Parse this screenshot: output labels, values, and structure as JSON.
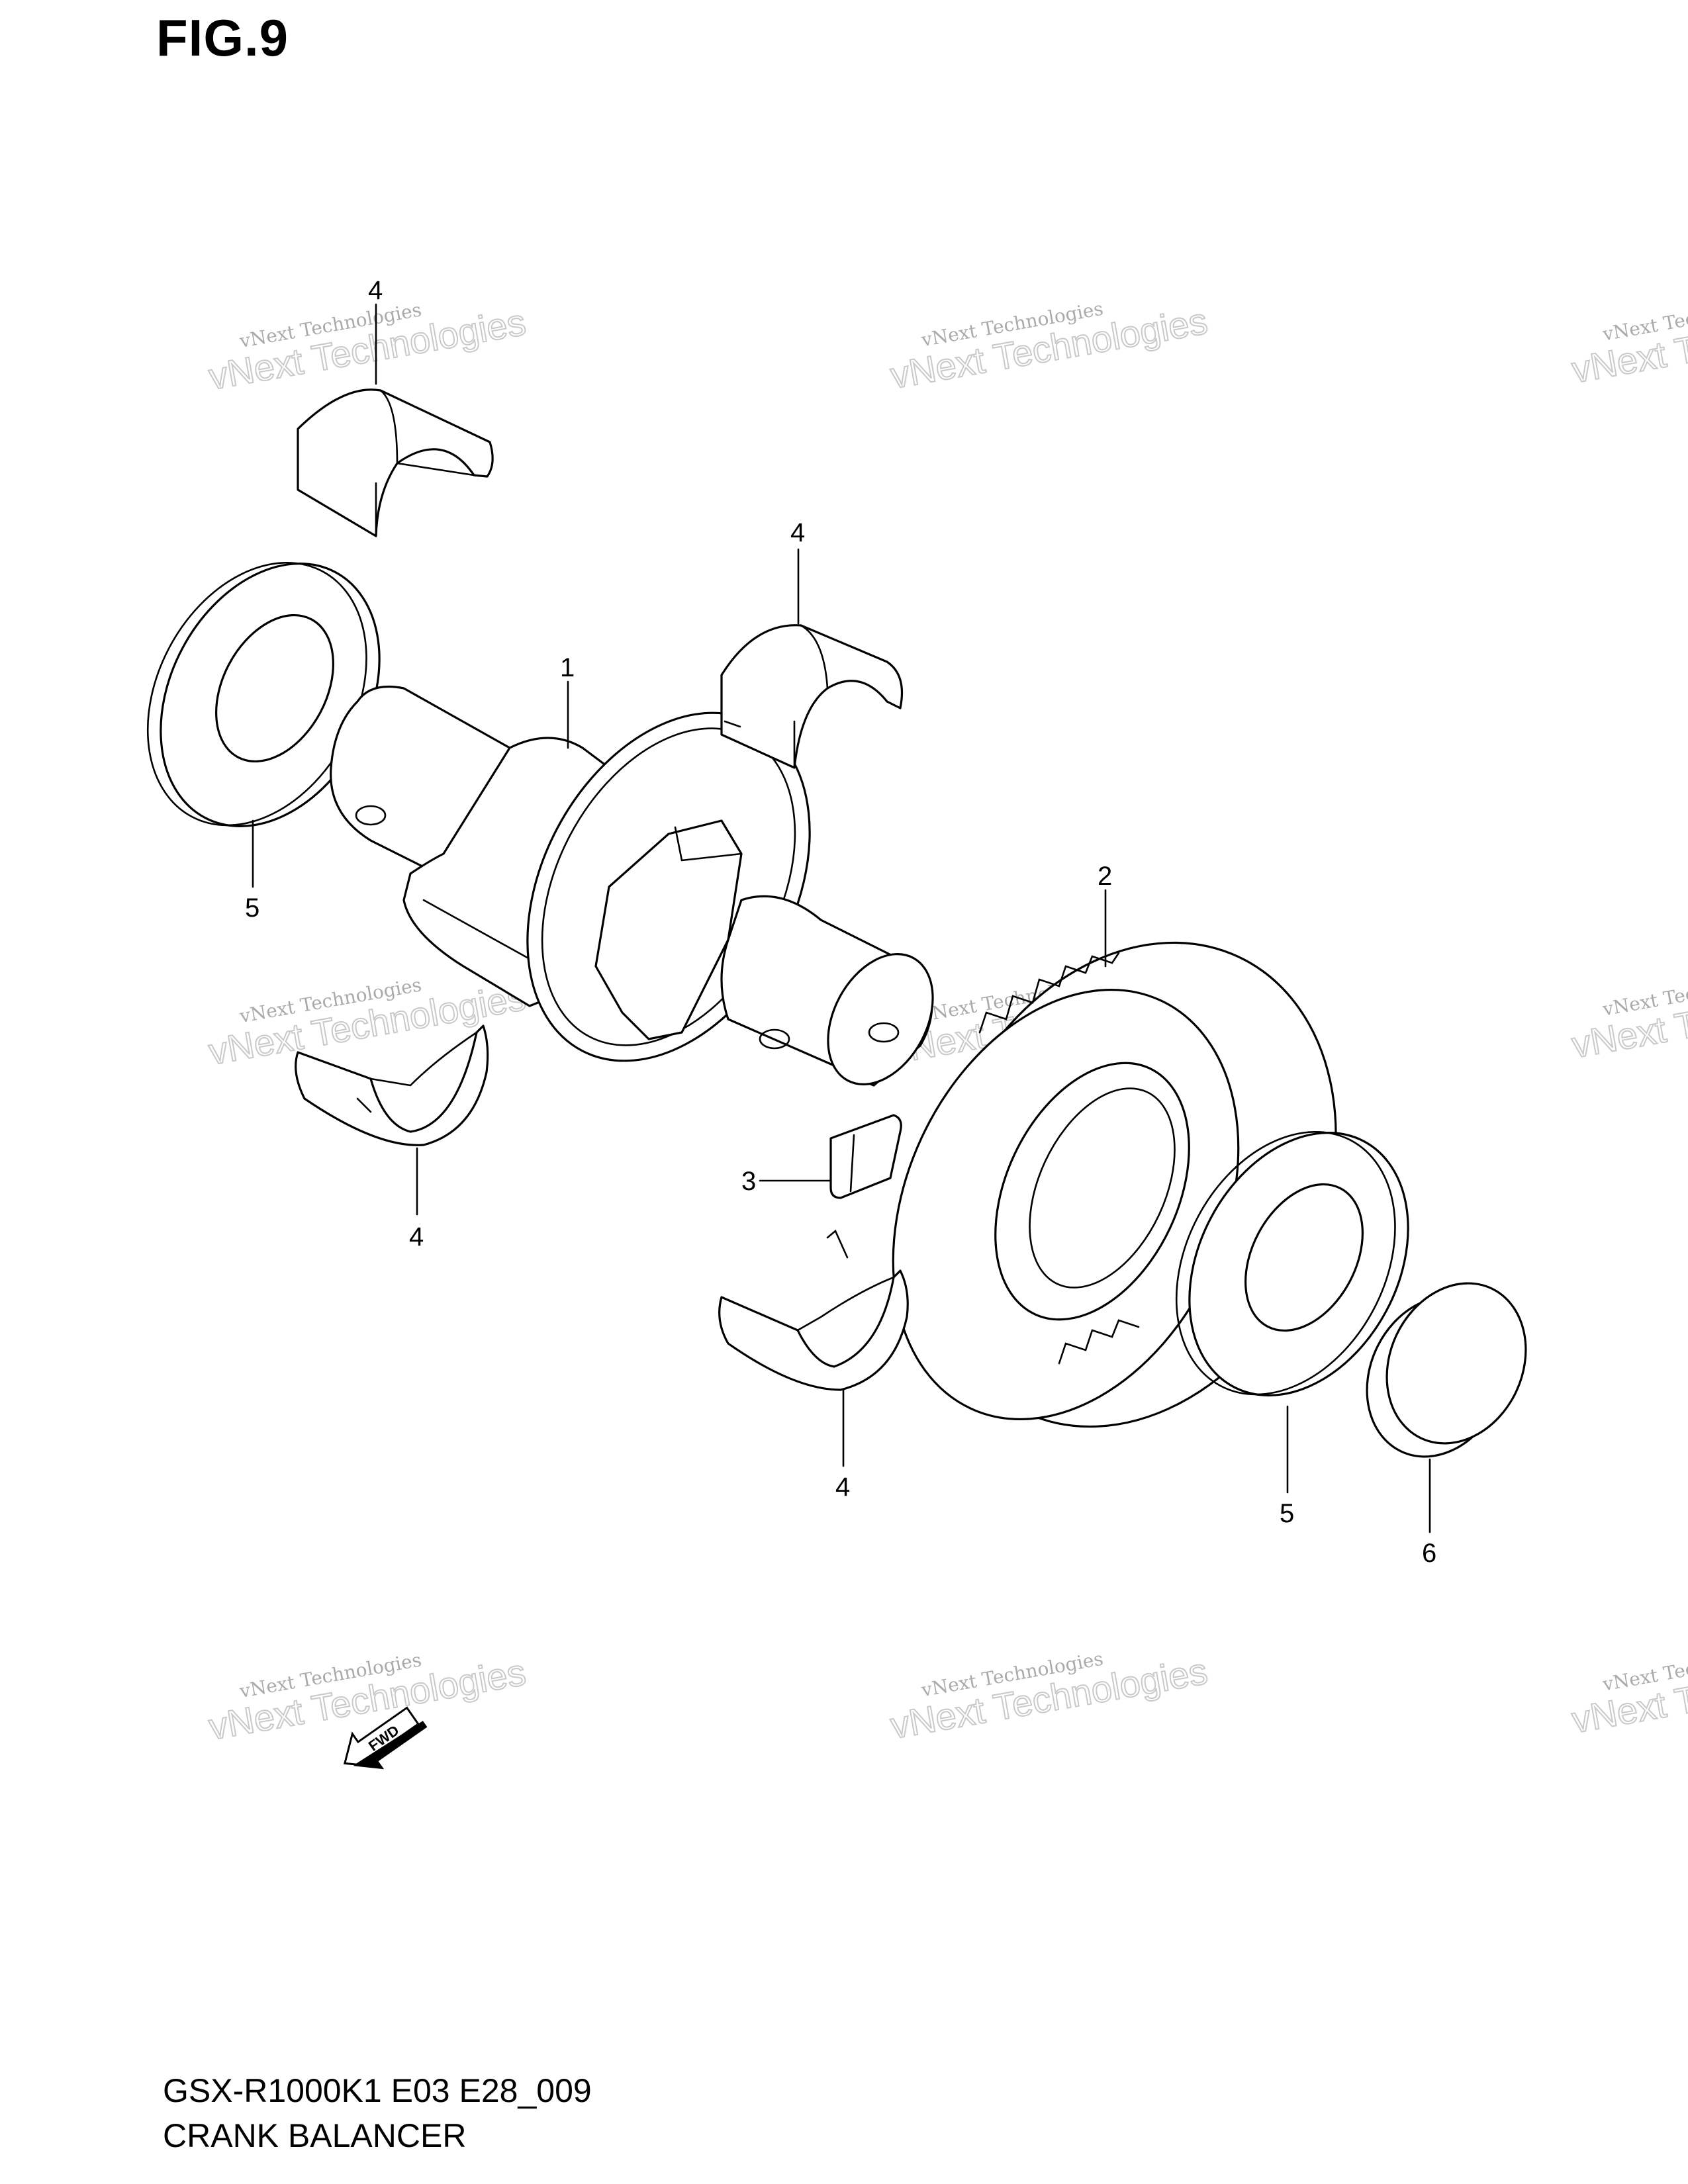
{
  "figure": {
    "title": "FIG.9"
  },
  "footer": {
    "model_code": "GSX-R1000K1 E03 E28_009",
    "section_name": "CRANK BALANCER"
  },
  "callouts": {
    "part_1": "1",
    "part_2": "2",
    "part_3": "3",
    "part_4_a": "4",
    "part_4_b": "4",
    "part_4_c": "4",
    "part_4_d": "4",
    "part_5_a": "5",
    "part_5_b": "5",
    "part_6": "6"
  },
  "watermark": {
    "line_small": "vNext Technologies",
    "line_big": "vNext Technologies"
  },
  "fwd_arrow_label": "FWD",
  "icons": {
    "direction": "fwd-arrow-icon"
  }
}
